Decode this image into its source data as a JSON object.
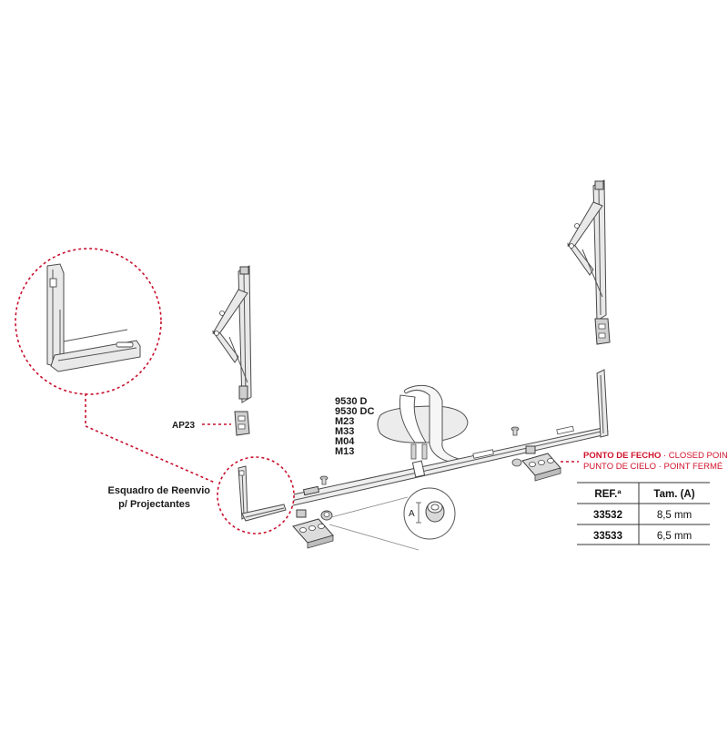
{
  "labels": {
    "ap23": "AP23",
    "esquadro_line1": "Esquadro de Reenvio",
    "esquadro_line2": "p/ Projectantes",
    "handle_models": [
      "9530 D",
      "9530 DC",
      "M23",
      "M33",
      "M04",
      "M13"
    ],
    "dimension_letter": "A"
  },
  "closed_point": {
    "line1_bold": "PONTO DE FECHO",
    "line1_rest": " · CLOSED POINT",
    "line2": "PUNTO DE CIELO · POINT FERMÉ"
  },
  "table": {
    "headers": [
      "REF.ª",
      "Tam. (A)"
    ],
    "rows": [
      {
        "ref": "33532",
        "size": "8,5 mm"
      },
      {
        "ref": "33533",
        "size": "6,5 mm"
      }
    ]
  },
  "colors": {
    "accent_red": "#d0122b",
    "dashed_red": "#c8102e",
    "part_fill": "#e9e9e9",
    "outline": "#4a4a4a"
  }
}
